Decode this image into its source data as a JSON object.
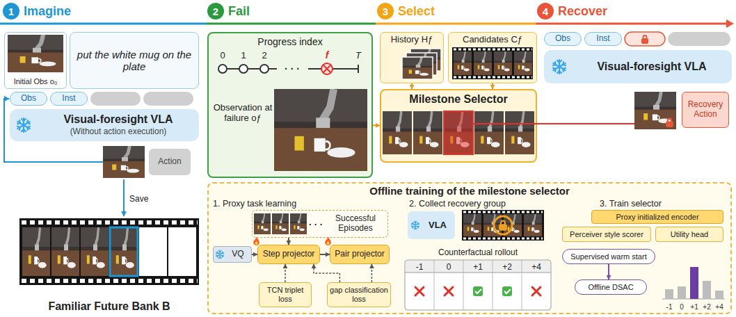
{
  "diagram": {
    "nodes": [
      {
        "text": [
          "1",
          "Imagine"
        ]
      },
      {
        "text": [
          "2",
          "Fail"
        ]
      },
      {
        "text": [
          "3",
          "Select"
        ]
      },
      {
        "text": [
          "4",
          "Recover"
        ]
      },
      {
        "text": [
          "Initial Obs o₀"
        ]
      },
      {
        "text": [
          "put the white mug on the plate"
        ]
      },
      {
        "text": [
          "Obs"
        ]
      },
      {
        "text": [
          "Inst"
        ]
      },
      {
        "text": [
          "Visual-foresight VLA",
          "(Without action execution)"
        ]
      },
      {
        "text": [
          "Action"
        ]
      },
      {
        "text": [
          "Familiar Future Bank B"
        ]
      },
      {
        "text": [
          "Progress index",
          "Observation at failure oƒ"
        ]
      },
      {
        "text": [
          "History Hƒ"
        ]
      },
      {
        "text": [
          "Candidates Cƒ"
        ]
      },
      {
        "text": [
          "Milestone Selector"
        ]
      },
      {
        "text": [
          "Obs"
        ]
      },
      {
        "text": [
          "Inst"
        ]
      },
      {
        "text": [
          "Visual-foresight VLA"
        ]
      },
      {
        "text": [
          "Recovery Action"
        ]
      },
      {
        "text": [
          "Offline training of the milestone selector"
        ]
      },
      {
        "text": [
          "Successful Episodes"
        ],
        "in": 19
      },
      {
        "text": [
          "VQ"
        ],
        "in": 19
      },
      {
        "text": [
          "Step projector"
        ],
        "in": 19
      },
      {
        "text": [
          "Pair projector"
        ],
        "in": 19
      },
      {
        "text": [
          "TCN triplet loss"
        ],
        "in": 19
      },
      {
        "text": [
          "gap classification loss"
        ],
        "in": 19
      },
      {
        "text": [
          "VLA"
        ],
        "in": 19
      },
      {
        "text": [
          "Proxy initialized encoder"
        ],
        "in": 19
      },
      {
        "text": [
          "Perceiver style scorer"
        ],
        "in": 19
      },
      {
        "text": [
          "Utility head"
        ],
        "in": 19
      },
      {
        "text": [
          "Supervised warm start"
        ],
        "in": 19
      },
      {
        "text": [
          "Offline DSAC"
        ],
        "in": 19
      }
    ],
    "edges": [
      {
        "from": 11,
        "to": 14,
        "arrow": "to"
      },
      {
        "from": 12,
        "to": 14,
        "arrow": "to"
      },
      {
        "from": 13,
        "to": 14,
        "arrow": "to"
      },
      {
        "from": 20,
        "to": 22,
        "arrow": "to"
      },
      {
        "from": 21,
        "to": 22,
        "arrow": "to"
      },
      {
        "from": 22,
        "to": 23,
        "arrow": "to"
      },
      {
        "from": 24,
        "to": 22,
        "arrow": "to"
      },
      {
        "from": 25,
        "to": 22,
        "arrow": "to"
      },
      {
        "from": 25,
        "to": 23,
        "arrow": "to"
      },
      {
        "from": 30,
        "to": 31,
        "arrow": "to"
      }
    ],
    "labels": [
      "Save",
      "0",
      "1",
      "2",
      "· · ·",
      "f",
      "T",
      "· · ·",
      "1. Proxy task learning",
      "2. Collect recovery group",
      "3. Train selector",
      "Counterfactual rollout",
      "-1",
      "0",
      "+1",
      "+2",
      "+4",
      "-1",
      "0",
      "+1",
      "+2",
      "+4"
    ]
  }
}
